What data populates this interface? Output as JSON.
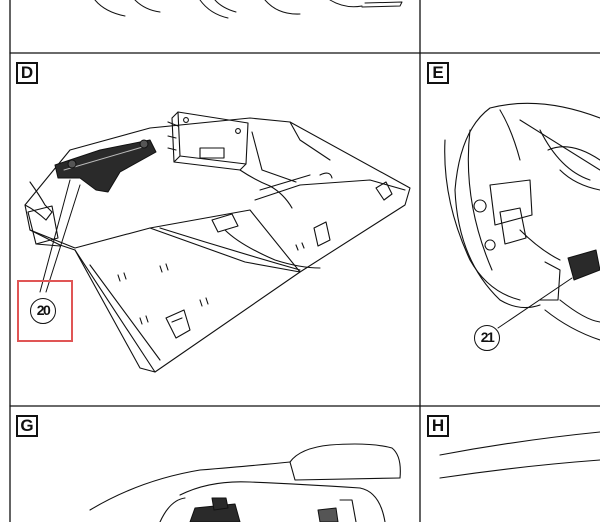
{
  "panels": {
    "d": {
      "label": "D"
    },
    "e": {
      "label": "E"
    },
    "g": {
      "label": "G"
    },
    "h": {
      "label": "H"
    }
  },
  "callouts": {
    "part_20": "20",
    "part_21": "21"
  },
  "colors": {
    "line": "#111111",
    "highlight": "#e05555"
  }
}
